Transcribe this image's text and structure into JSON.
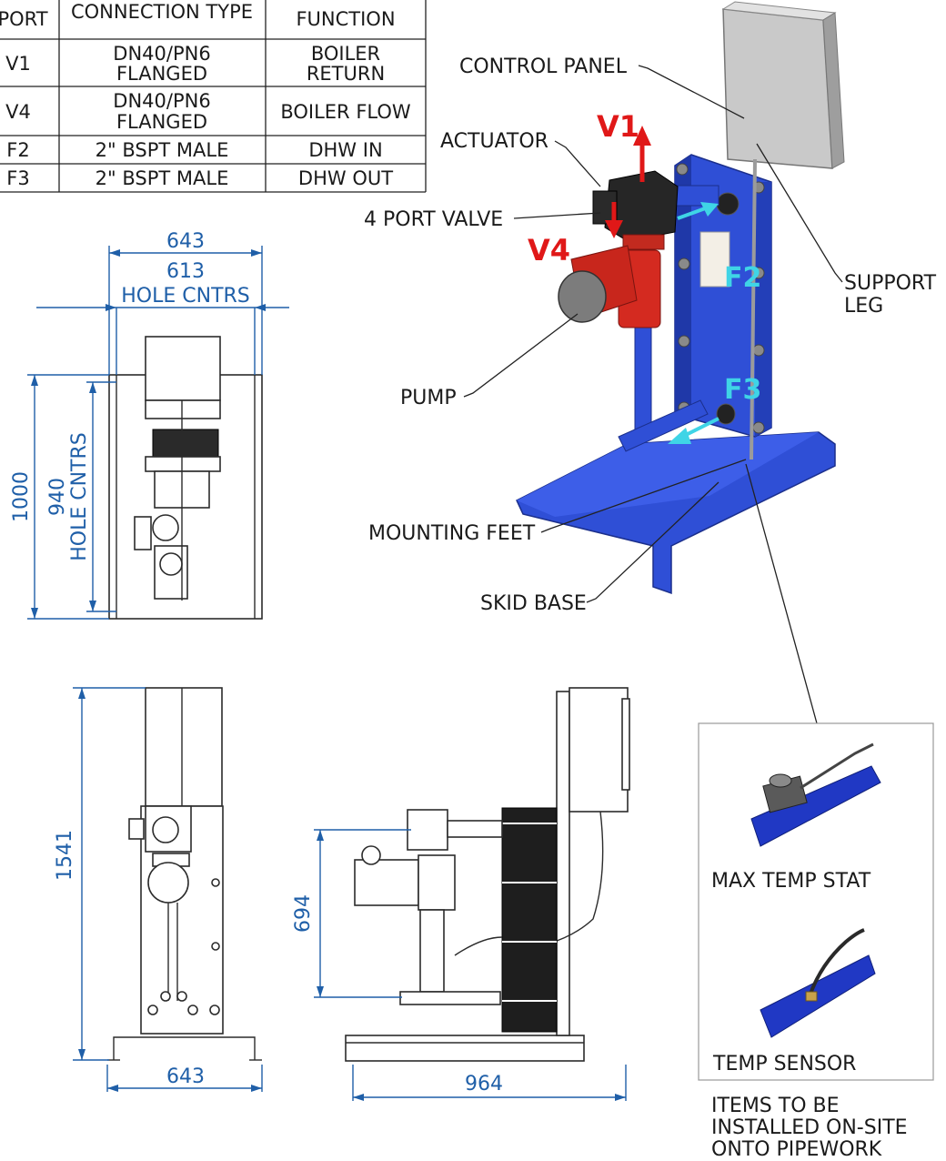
{
  "table": {
    "headers": [
      "PORT",
      "CONNECTION TYPE",
      "FUNCTION"
    ],
    "rows": [
      {
        "port": "V1",
        "conn_line1": "DN40/PN6",
        "conn_line2": "FLANGED",
        "func_line1": "BOILER",
        "func_line2": "RETURN"
      },
      {
        "port": "V4",
        "conn_line1": "DN40/PN6",
        "conn_line2": "FLANGED",
        "func_line1": "BOILER FLOW",
        "func_line2": ""
      },
      {
        "port": "F2",
        "conn_line1": "2\" BSPT MALE",
        "conn_line2": "",
        "func_line1": "DHW IN",
        "func_line2": ""
      },
      {
        "port": "F3",
        "conn_line1": "2\" BSPT MALE",
        "conn_line2": "",
        "func_line1": "DHW OUT",
        "func_line2": ""
      }
    ]
  },
  "callouts": {
    "control_panel": "CONTROL PANEL",
    "actuator": "ACTUATOR",
    "port_valve": "4 PORT VALVE",
    "support_leg_1": "SUPPORT",
    "support_leg_2": "LEG",
    "pump": "PUMP",
    "mounting_feet": "MOUNTING FEET",
    "skid_base": "SKID BASE"
  },
  "port_tags": {
    "v1": "V1",
    "v4": "V4",
    "f2": "F2",
    "f3": "F3"
  },
  "dimensions": {
    "top_width": "643",
    "hole_width": "613",
    "hole_width_note": "HOLE CNTRS",
    "top_depth": "1000",
    "hole_depth": "940",
    "hole_depth_note": "HOLE CNTRS",
    "front_height": "1541",
    "front_width": "643",
    "side_height": "694",
    "side_width": "964"
  },
  "site_items": {
    "stat_label": "MAX TEMP STAT",
    "sensor_label": "TEMP SENSOR",
    "note_1": "ITEMS TO BE",
    "note_2": "INSTALLED ON-SITE",
    "note_3": "ONTO PIPEWORK"
  },
  "colors": {
    "frame_blue": "#2f4fd6",
    "pump_red": "#d42a20",
    "arrow_red": "#e01818",
    "arrow_cyan": "#3fd4e6",
    "dimension_blue": "#1f5fa8"
  }
}
